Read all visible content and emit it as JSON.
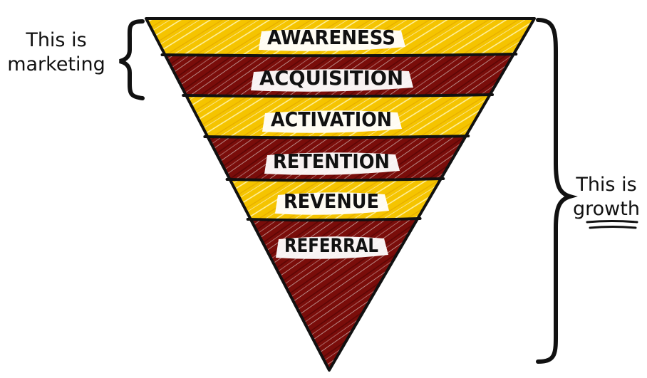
{
  "funnel": {
    "stages": [
      {
        "label": "AWARENESS",
        "color": "#f5c400"
      },
      {
        "label": "ACQUISITION",
        "color": "#7a0d0a"
      },
      {
        "label": "ACTIVATION",
        "color": "#f5c400"
      },
      {
        "label": "RETENTION",
        "color": "#7a0d0a"
      },
      {
        "label": "REVENUE",
        "color": "#f5c400"
      },
      {
        "label": "REFERRAL",
        "color": "#7a0d0a"
      }
    ]
  },
  "annotations": {
    "marketing": {
      "line1": "This is",
      "line2": "marketing"
    },
    "growth": {
      "line1": "This is",
      "line2": "growth"
    }
  },
  "colors": {
    "yellow": "#f5c400",
    "maroon": "#7a0d0a",
    "ink": "#111111",
    "highlight": "#ffffff"
  }
}
